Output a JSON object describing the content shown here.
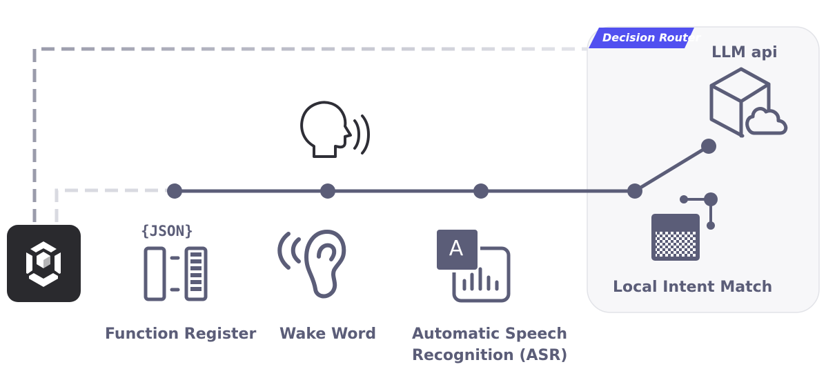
{
  "router": {
    "title": "Decision Router"
  },
  "nodes": {
    "function_register": {
      "label": "Function Register",
      "json_text": "{JSON}"
    },
    "wake_word": {
      "label": "Wake Word"
    },
    "asr": {
      "label_line1": "Automatic Speech",
      "label_line2": "Recognition (ASR)",
      "icon_letter": "A"
    },
    "llm_api": {
      "label": "LLM api"
    },
    "local_intent": {
      "label": "Local Intent Match"
    }
  },
  "icons": {
    "app_logo": "unity-logo-icon",
    "speaking_head": "speaking-head-icon",
    "ear": "ear-icon",
    "translate": "speech-recognition-icon",
    "cube_cloud": "cube-cloud-icon",
    "calendar_grid": "intent-grid-icon"
  },
  "colors": {
    "line_dark": "#5b5d78",
    "line_light": "#d4d5dc",
    "router_fill": "#f7f7f9",
    "router_tag": "#5150f0",
    "logo_bg": "#2a2a2e"
  }
}
